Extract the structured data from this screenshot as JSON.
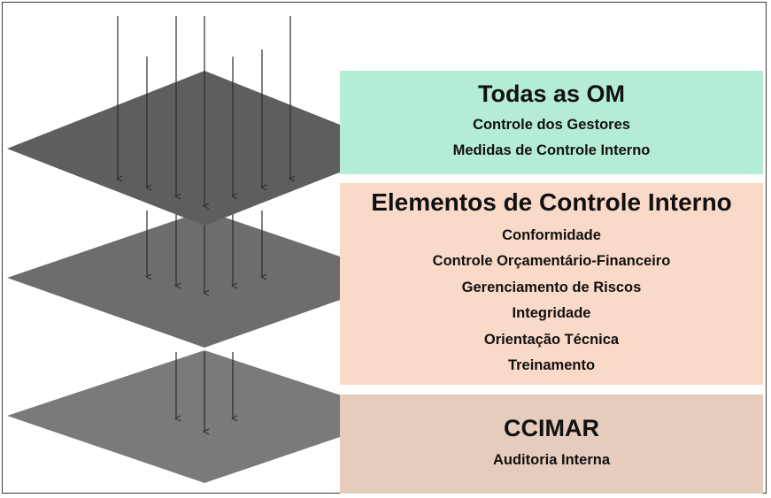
{
  "colors": {
    "top_box": "#b5ecd5",
    "middle_box": "#f9d9c7",
    "bottom_box": "#e5ccbd",
    "plane_top": "#5e5e5e",
    "plane_middle": "#6d6d6d",
    "plane_bottom": "#7a7a7a",
    "arrow": "#2b2b2b"
  },
  "layers": [
    {
      "title": "Todas as OM",
      "items": [
        "Controle dos Gestores",
        "Medidas de Controle Interno"
      ]
    },
    {
      "title": "Elementos de Controle Interno",
      "items": [
        "Conformidade",
        "Controle Orçamentário-Financeiro",
        "Gerenciamento de Riscos",
        "Integridade",
        "Orientação Técnica",
        "Treinamento"
      ]
    },
    {
      "title": "CCIMAR",
      "items": [
        "Auditoria Interna"
      ]
    }
  ]
}
